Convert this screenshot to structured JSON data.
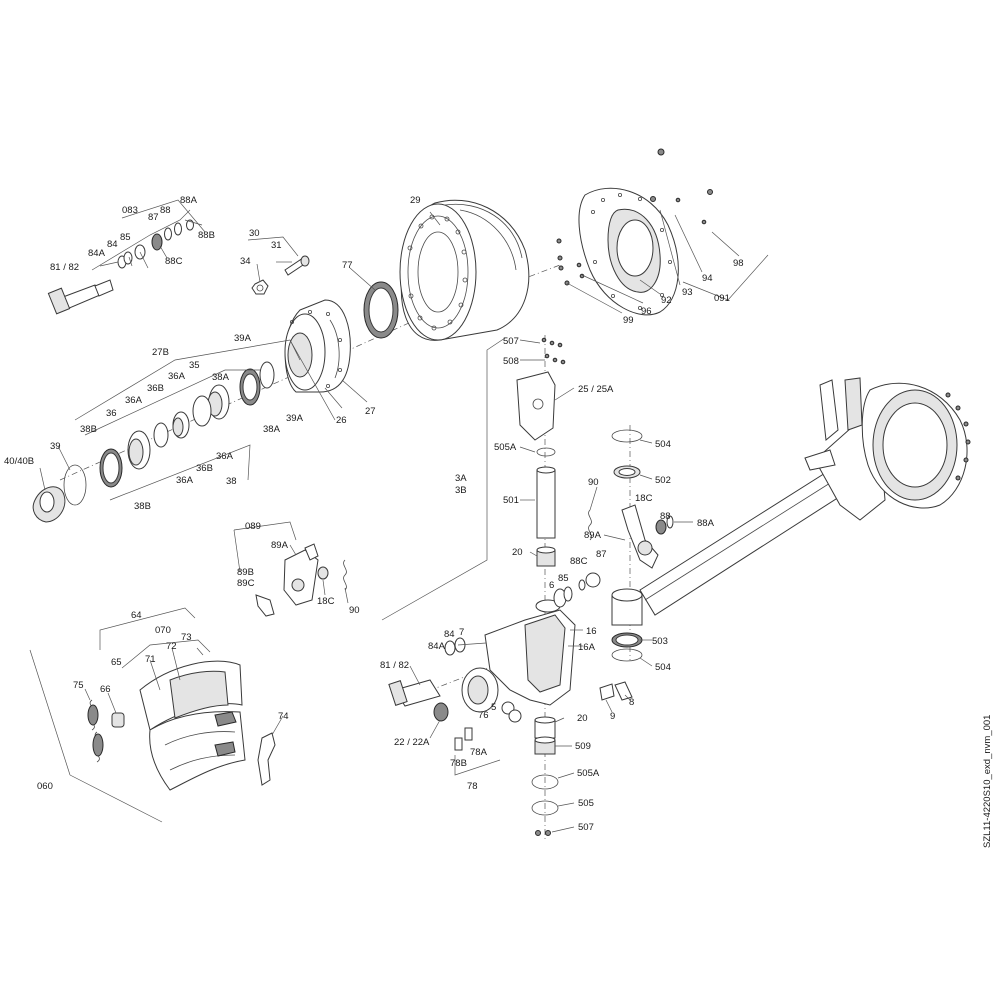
{
  "drawing_id": "SZL11-4220S10_exd_nvm_001",
  "callouts": {
    "c083": "083",
    "c88A_top": "88A",
    "c87_top": "87",
    "c88_top": "88",
    "c88B": "88B",
    "c84A_top": "84A",
    "c84_top": "84",
    "c85_top": "85",
    "c88C_top": "88C",
    "c81_82_top": "81 / 82",
    "c30": "30",
    "c31": "31",
    "c34": "34",
    "c29": "29",
    "c77": "77",
    "c27B": "27B",
    "c39A_a": "39A",
    "c39A_b": "39A",
    "c35": "35",
    "c38A_a": "38A",
    "c38A_b": "38A",
    "c36A_a": "36A",
    "c36B_a": "36B",
    "c36A_b": "36A",
    "c36": "36",
    "c38B_a": "38B",
    "c39": "39",
    "c40": "40/40B",
    "c36B_b": "36B",
    "c36A_c": "36A",
    "c36A_d": "36A",
    "c38": "38",
    "c38B_b": "38B",
    "c26": "26",
    "c27": "27",
    "c98": "98",
    "c94": "94",
    "c93": "93",
    "c92": "92",
    "c96": "96",
    "c99": "99",
    "c091": "091",
    "c507_top": "507",
    "c508": "508",
    "c25": "25 / 25A",
    "c505A_top": "505A",
    "c3A": "3A",
    "c3B": "3B",
    "c501": "501",
    "c20_a": "20",
    "c504_top": "504",
    "c502": "502",
    "c90_a": "90",
    "c18C_a": "18C",
    "c88_r": "88",
    "c88A_r": "88A",
    "c89A_r": "89A",
    "c88C_r": "88C",
    "c87_r": "87",
    "c85_r": "85",
    "c6": "6",
    "c089": "089",
    "c89A_l": "89A",
    "c89B": "89B",
    "c89C": "89C",
    "c18C_b": "18C",
    "c90_b": "90",
    "c64": "64",
    "c070": "070",
    "c73": "73",
    "c65": "65",
    "c71": "71",
    "c72": "72",
    "c75": "75",
    "c66": "66",
    "c74": "74",
    "c060": "060",
    "c84A_m": "84A",
    "c84_m": "84",
    "c7": "7",
    "c81_82_m": "81 / 82",
    "c16": "16",
    "c16A": "16A",
    "c503": "503",
    "c504_b": "504",
    "c9": "9",
    "c8": "8",
    "c5": "5",
    "c76": "76",
    "c22": "22 / 22A",
    "c20_b": "20",
    "c509": "509",
    "c78A": "78A",
    "c78B": "78B",
    "c78": "78",
    "c505A_b": "505A",
    "c505_b": "505",
    "c507_b": "507"
  }
}
